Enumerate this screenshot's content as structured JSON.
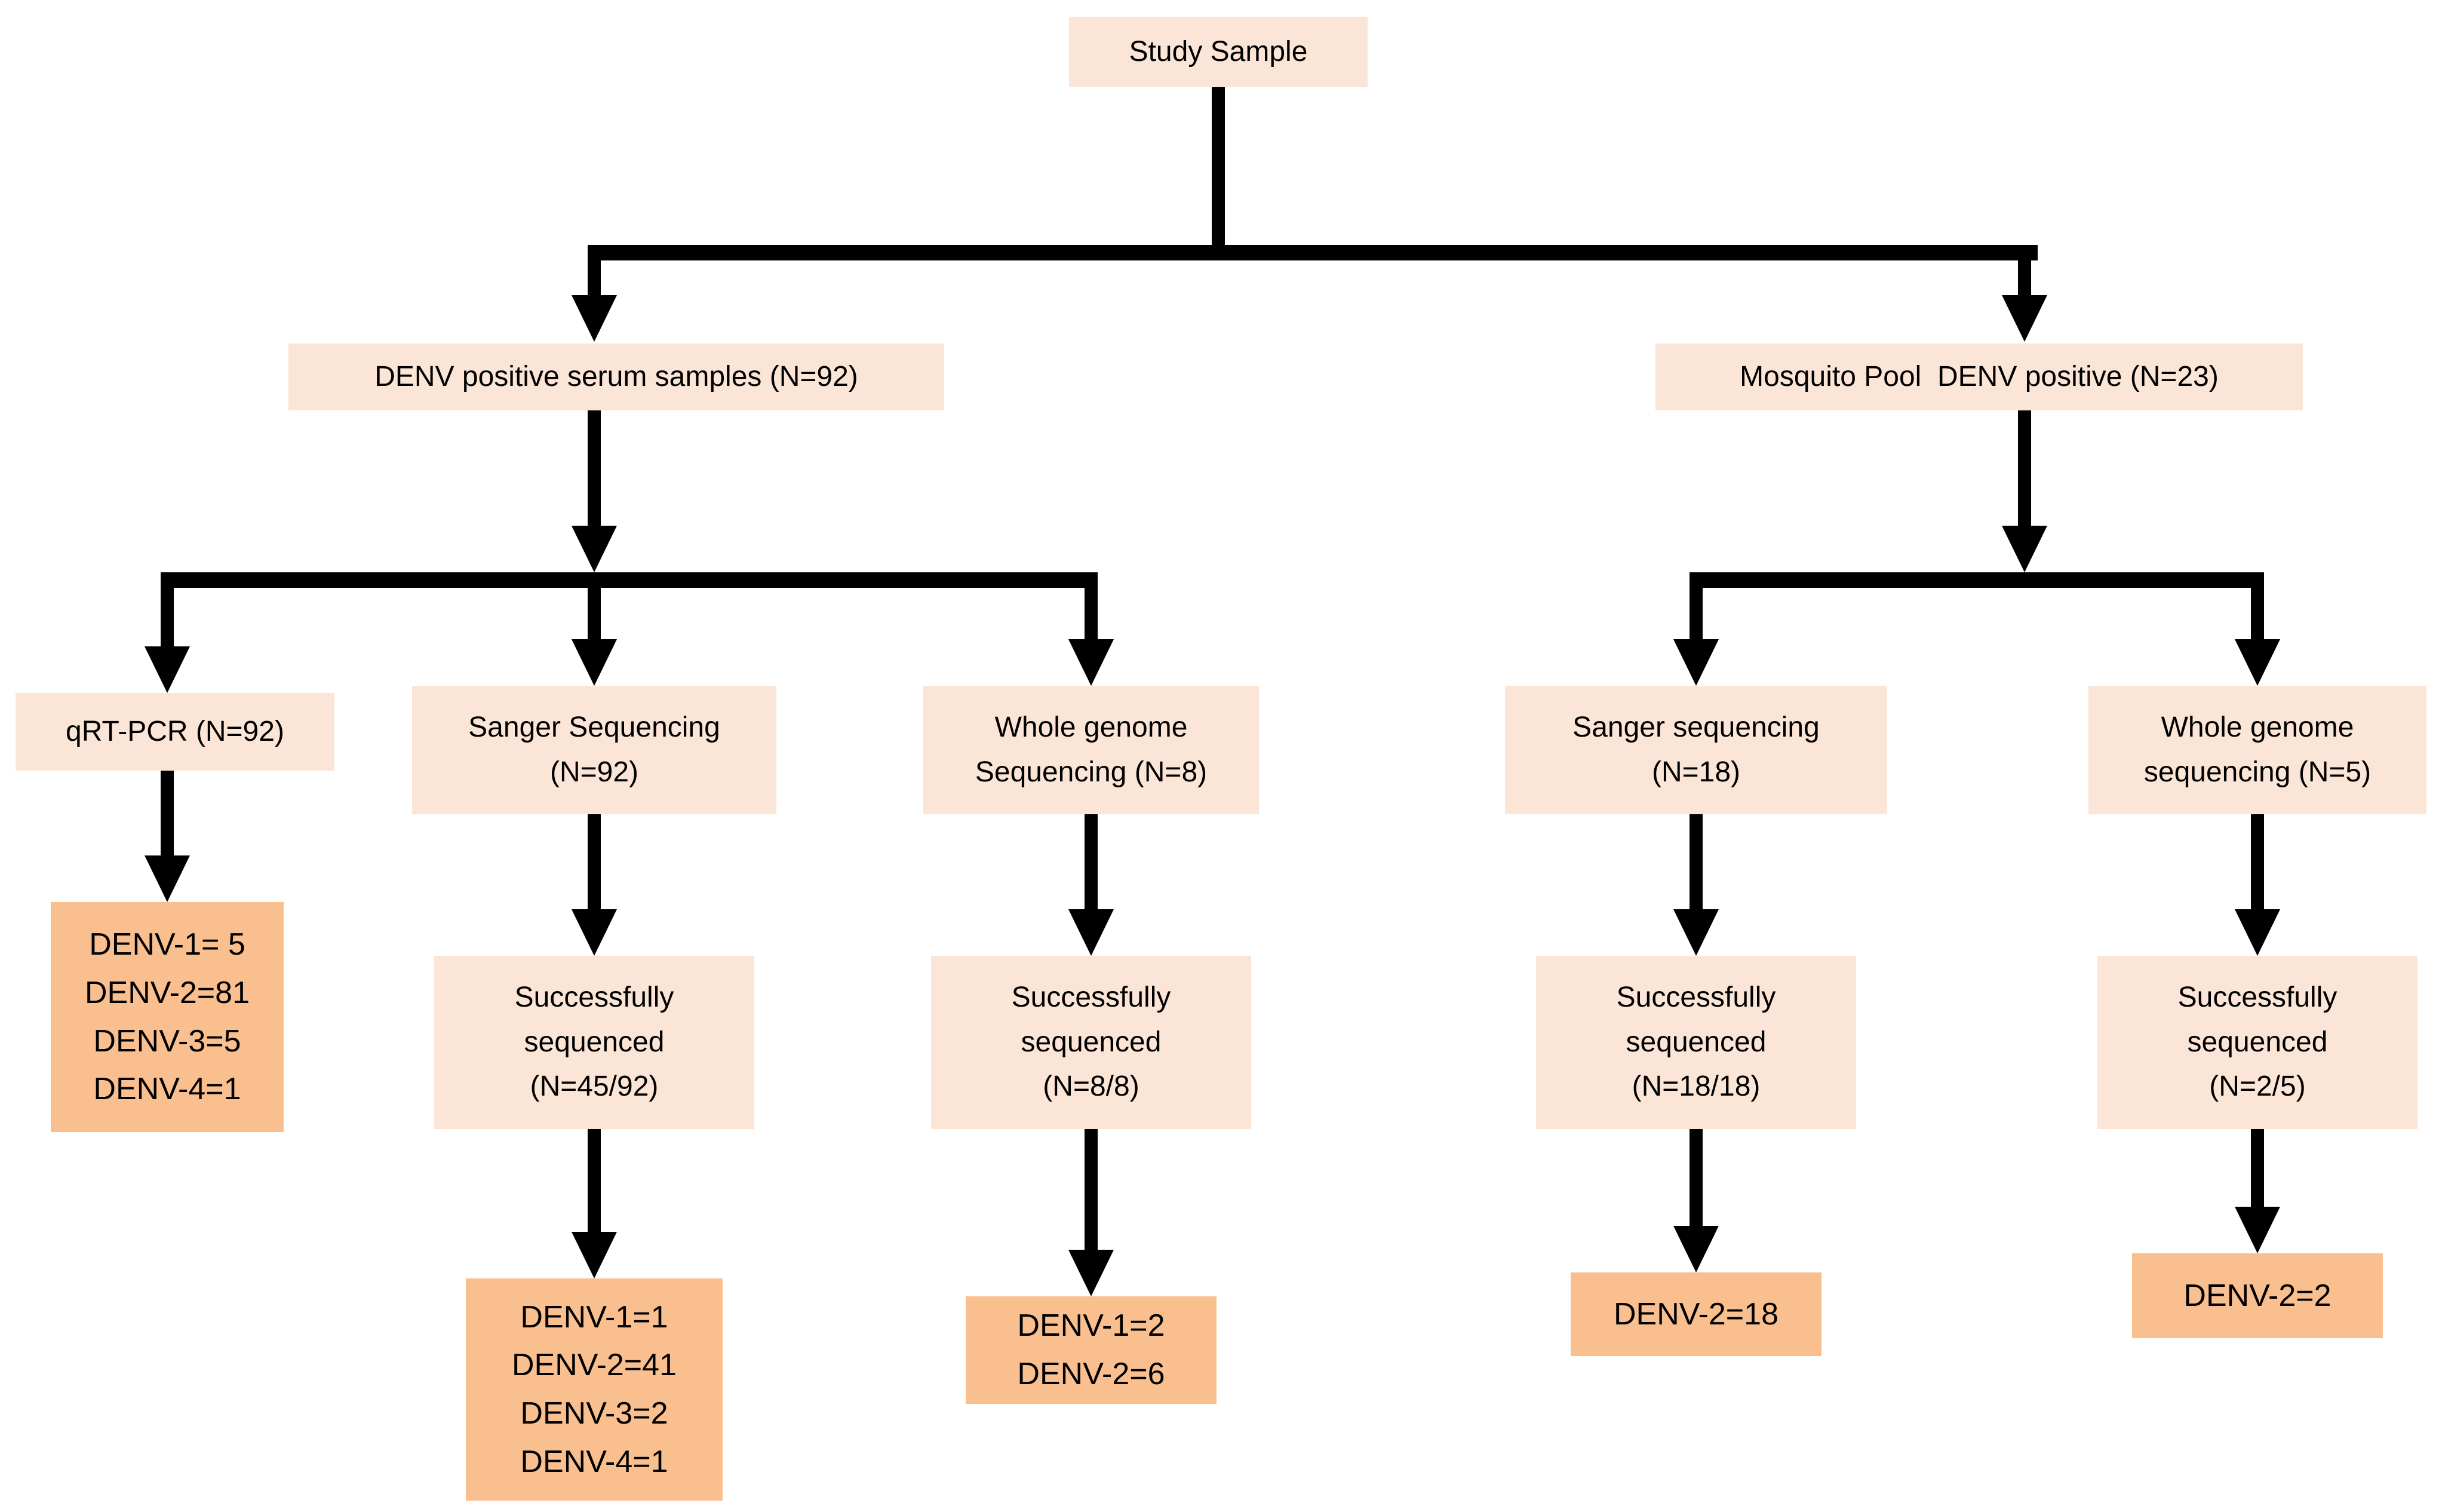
{
  "figure": {
    "description": "Flowchart of dengue virus (DENV) study samples and sequencing outcomes",
    "background": "#ffffff"
  },
  "colors": {
    "box_light": "#fbe5d6",
    "box_dark": "#fabf8f",
    "connector": "#000000",
    "text": "#000000"
  },
  "nodes": {
    "study_sample": {
      "label": "Study Sample"
    },
    "serum_samples": {
      "label": "DENV positive serum samples (N=92)"
    },
    "mosquito_pool": {
      "label": "Mosquito Pool  DENV positive (N=23)"
    },
    "qrt_pcr": {
      "label": "qRT-PCR (N=92)"
    },
    "sanger_serum": {
      "label": "Sanger Sequencing\n(N=92)"
    },
    "wgs_serum": {
      "label": "Whole genome\nSequencing (N=8)"
    },
    "sanger_mosquito": {
      "label": "Sanger sequencing\n(N=18)"
    },
    "wgs_mosquito": {
      "label": "Whole genome\nsequencing (N=5)"
    },
    "qrt_pcr_serotypes": {
      "label": "DENV-1= 5\nDENV-2=81\nDENV-3=5\nDENV-4=1"
    },
    "seq_sanger_serum": {
      "label": "Successfully\nsequenced\n(N=45/92)"
    },
    "seq_wgs_serum": {
      "label": "Successfully\nsequenced\n(N=8/8)"
    },
    "seq_sanger_mosquito": {
      "label": "Successfully\nsequenced\n(N=18/18)"
    },
    "seq_wgs_mosquito": {
      "label": "Successfully\nsequenced\n(N=2/5)"
    },
    "sanger_serum_serotypes": {
      "label": "DENV-1=1\nDENV-2=41\nDENV-3=2\nDENV-4=1"
    },
    "wgs_serum_serotypes": {
      "label": "DENV-1=2\nDENV-2=6"
    },
    "sanger_mosquito_serotypes": {
      "label": "DENV-2=18"
    },
    "wgs_mosquito_serotypes": {
      "label": "DENV-2=2"
    }
  },
  "edges": [
    {
      "from": "study_sample",
      "to": "serum_samples"
    },
    {
      "from": "study_sample",
      "to": "mosquito_pool"
    },
    {
      "from": "serum_samples",
      "to": "qrt_pcr"
    },
    {
      "from": "serum_samples",
      "to": "sanger_serum"
    },
    {
      "from": "serum_samples",
      "to": "wgs_serum"
    },
    {
      "from": "mosquito_pool",
      "to": "sanger_mosquito"
    },
    {
      "from": "mosquito_pool",
      "to": "wgs_mosquito"
    },
    {
      "from": "qrt_pcr",
      "to": "qrt_pcr_serotypes"
    },
    {
      "from": "sanger_serum",
      "to": "seq_sanger_serum"
    },
    {
      "from": "wgs_serum",
      "to": "seq_wgs_serum"
    },
    {
      "from": "sanger_mosquito",
      "to": "seq_sanger_mosquito"
    },
    {
      "from": "wgs_mosquito",
      "to": "seq_wgs_mosquito"
    },
    {
      "from": "seq_sanger_serum",
      "to": "sanger_serum_serotypes"
    },
    {
      "from": "seq_wgs_serum",
      "to": "wgs_serum_serotypes"
    },
    {
      "from": "seq_sanger_mosquito",
      "to": "sanger_mosquito_serotypes"
    },
    {
      "from": "seq_wgs_mosquito",
      "to": "wgs_mosquito_serotypes"
    }
  ]
}
